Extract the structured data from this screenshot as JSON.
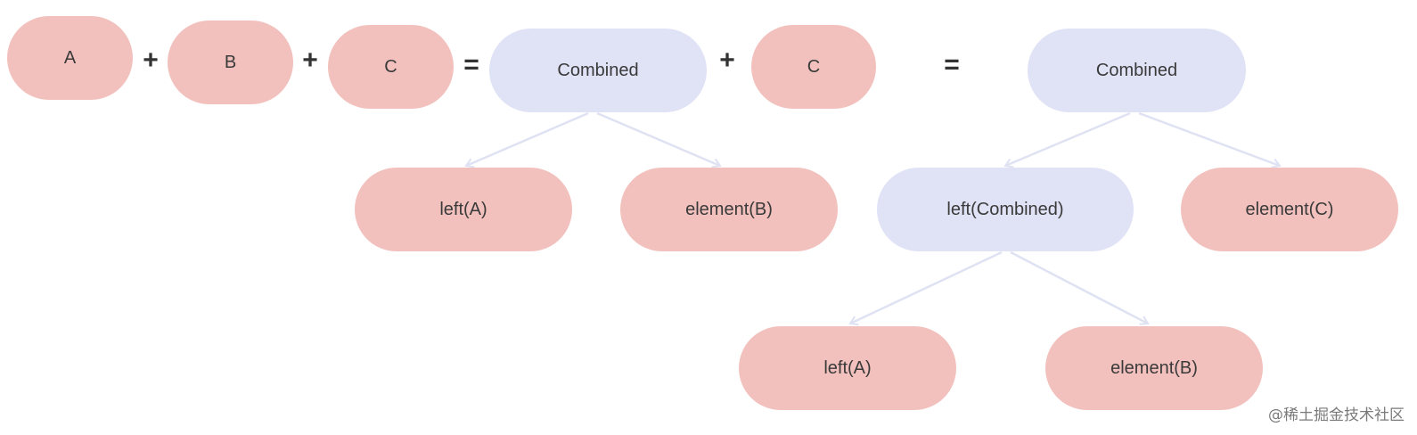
{
  "colors": {
    "leaf": "#f2c1bd",
    "combined": "#e0e2f6",
    "edge": "#dfe2f2"
  },
  "equation": {
    "a": "A",
    "b": "B",
    "c": "C",
    "combined1": "Combined",
    "c2": "C",
    "combined2": "Combined",
    "plus": "+",
    "equals": "="
  },
  "tree1": {
    "left": "left(A)",
    "element": "element(B)"
  },
  "tree2": {
    "left": "left(Combined)",
    "element": "element(C)",
    "sub_left": "left(A)",
    "sub_element": "element(B)"
  },
  "watermark": "@稀土掘金技术社区"
}
